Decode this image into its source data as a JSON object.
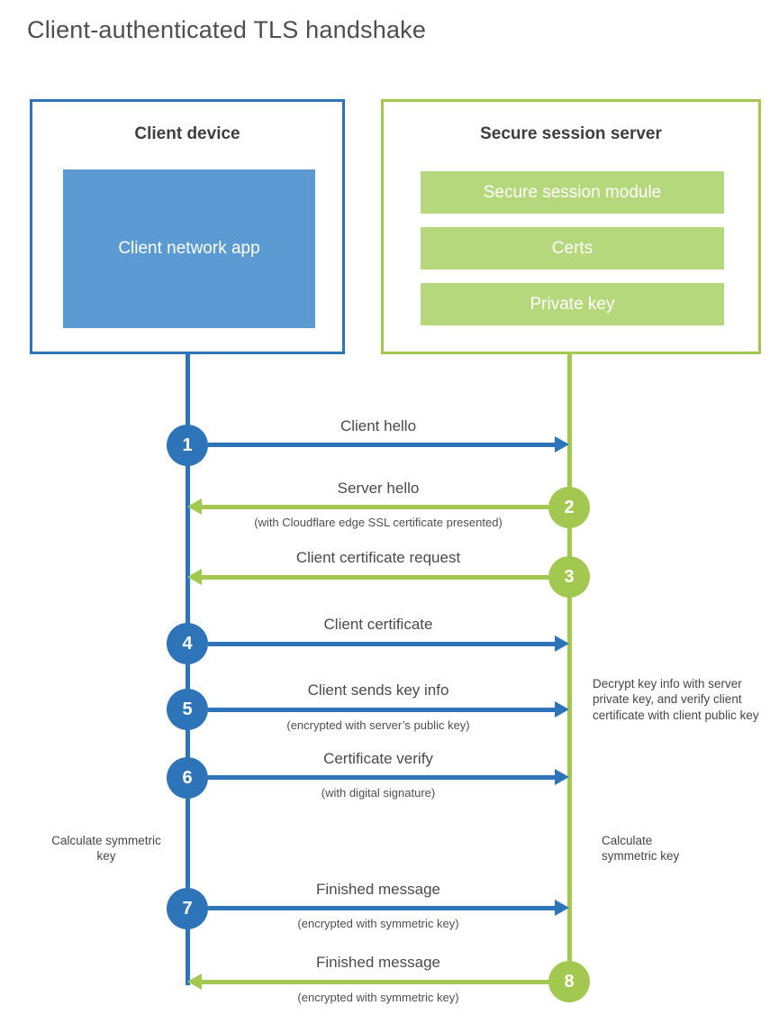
{
  "title": "Client-authenticated TLS handshake",
  "colors": {
    "blue_line": "#2e74b8",
    "blue_fill": "#5b9ad2",
    "green_line": "#a2c84f",
    "green_fill": "#b5d87c"
  },
  "client": {
    "title": "Client device",
    "app_label": "Client network app"
  },
  "server": {
    "title": "Secure session server",
    "modules": [
      "Secure session module",
      "Certs",
      "Private key"
    ]
  },
  "steps": [
    {
      "number": "1",
      "from": "client",
      "to": "server",
      "label": "Client hello",
      "sublabel": ""
    },
    {
      "number": "2",
      "from": "server",
      "to": "client",
      "label": "Server hello",
      "sublabel": "(with Cloudflare edge SSL certificate presented)"
    },
    {
      "number": "3",
      "from": "server",
      "to": "client",
      "label": "Client certificate request",
      "sublabel": ""
    },
    {
      "number": "4",
      "from": "client",
      "to": "server",
      "label": "Client certificate",
      "sublabel": ""
    },
    {
      "number": "5",
      "from": "client",
      "to": "server",
      "label": "Client sends key info",
      "sublabel": "(encrypted with server’s public key)"
    },
    {
      "number": "6",
      "from": "client",
      "to": "server",
      "label": "Certificate verify",
      "sublabel": "(with digital signature)"
    },
    {
      "number": "7",
      "from": "client",
      "to": "server",
      "label": "Finished message",
      "sublabel": "(encrypted with symmetric key)"
    },
    {
      "number": "8",
      "from": "server",
      "to": "client",
      "label": "Finished message",
      "sublabel": "(encrypted with symmetric key)"
    }
  ],
  "annotations": {
    "decrypt_note": "Decrypt key info with server private key, and verify client certificate with client public key",
    "calculate_left": "Calculate symmetric key",
    "calculate_right": "Calculate symmetric key"
  }
}
